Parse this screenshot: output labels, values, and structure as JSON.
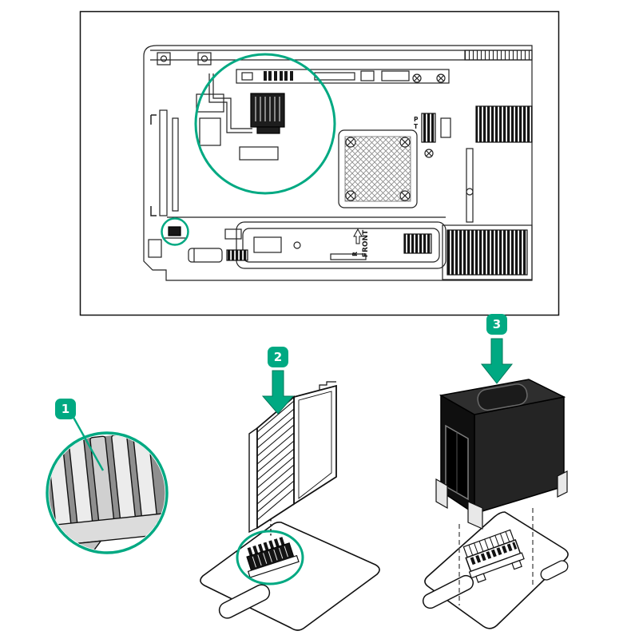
{
  "colors": {
    "accent": "#00A982",
    "accent_dark": "#00795B",
    "ink": "#1a1a1a"
  },
  "callouts": [
    {
      "number": "1"
    },
    {
      "number": "2"
    },
    {
      "number": "3"
    }
  ],
  "chassis_labels": {
    "front": "FRONT",
    "r": "R",
    "p": "P",
    "t": "T"
  }
}
